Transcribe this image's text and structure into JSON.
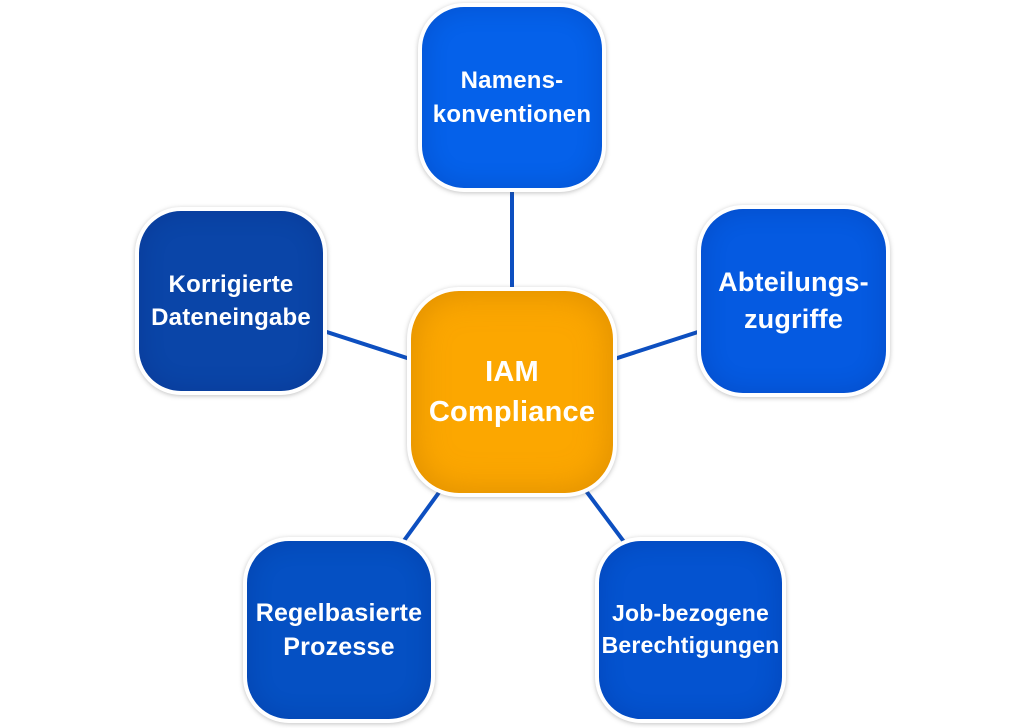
{
  "diagram": {
    "background_color": "#ffffff",
    "connector_color": "#0d4fc0",
    "text_color": "#ffffff",
    "center_node": {
      "lines": [
        "IAM",
        "Compliance"
      ],
      "fill": "#fca700"
    },
    "nodes": [
      {
        "id": "namenskonventionen",
        "lines": [
          "Namens-",
          "konventionen"
        ],
        "fill": "#0561ea"
      },
      {
        "id": "abteilungszugriffe",
        "lines": [
          "Abteilungs-",
          "zugriffe"
        ],
        "fill": "#055ae1"
      },
      {
        "id": "korrigierte-dateneingabe",
        "lines": [
          "Korrigierte",
          "Dateneingabe"
        ],
        "fill": "#0a45a8"
      },
      {
        "id": "regelbasierte-prozesse",
        "lines": [
          "Regelbasierte",
          "Prozesse"
        ],
        "fill": "#0550c3"
      },
      {
        "id": "job-bezogene-berechtigungen",
        "lines": [
          "Job-bezogene",
          "Berechtigungen"
        ],
        "fill": "#0453d0"
      }
    ]
  }
}
